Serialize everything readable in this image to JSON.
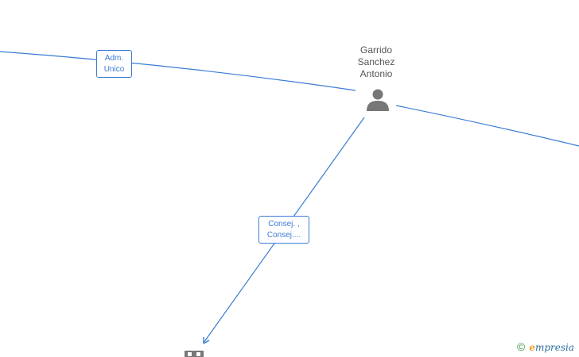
{
  "person": {
    "name_lines": [
      "Garrido",
      "Sanchez",
      "Antonio"
    ]
  },
  "edges": [
    {
      "label_lines": [
        "Adm.",
        "Unico"
      ]
    },
    {
      "label_lines": [
        "Consej. ,",
        "Consej...."
      ]
    }
  ],
  "brand": {
    "copyright_symbol": "©",
    "first_letter": "e",
    "rest": "mpresia"
  },
  "icons": [
    "person-icon",
    "company-icon",
    "arrowhead-icon"
  ],
  "colors": {
    "edge": "#3a7bd5",
    "icon": "#777777",
    "text": "#555555"
  }
}
